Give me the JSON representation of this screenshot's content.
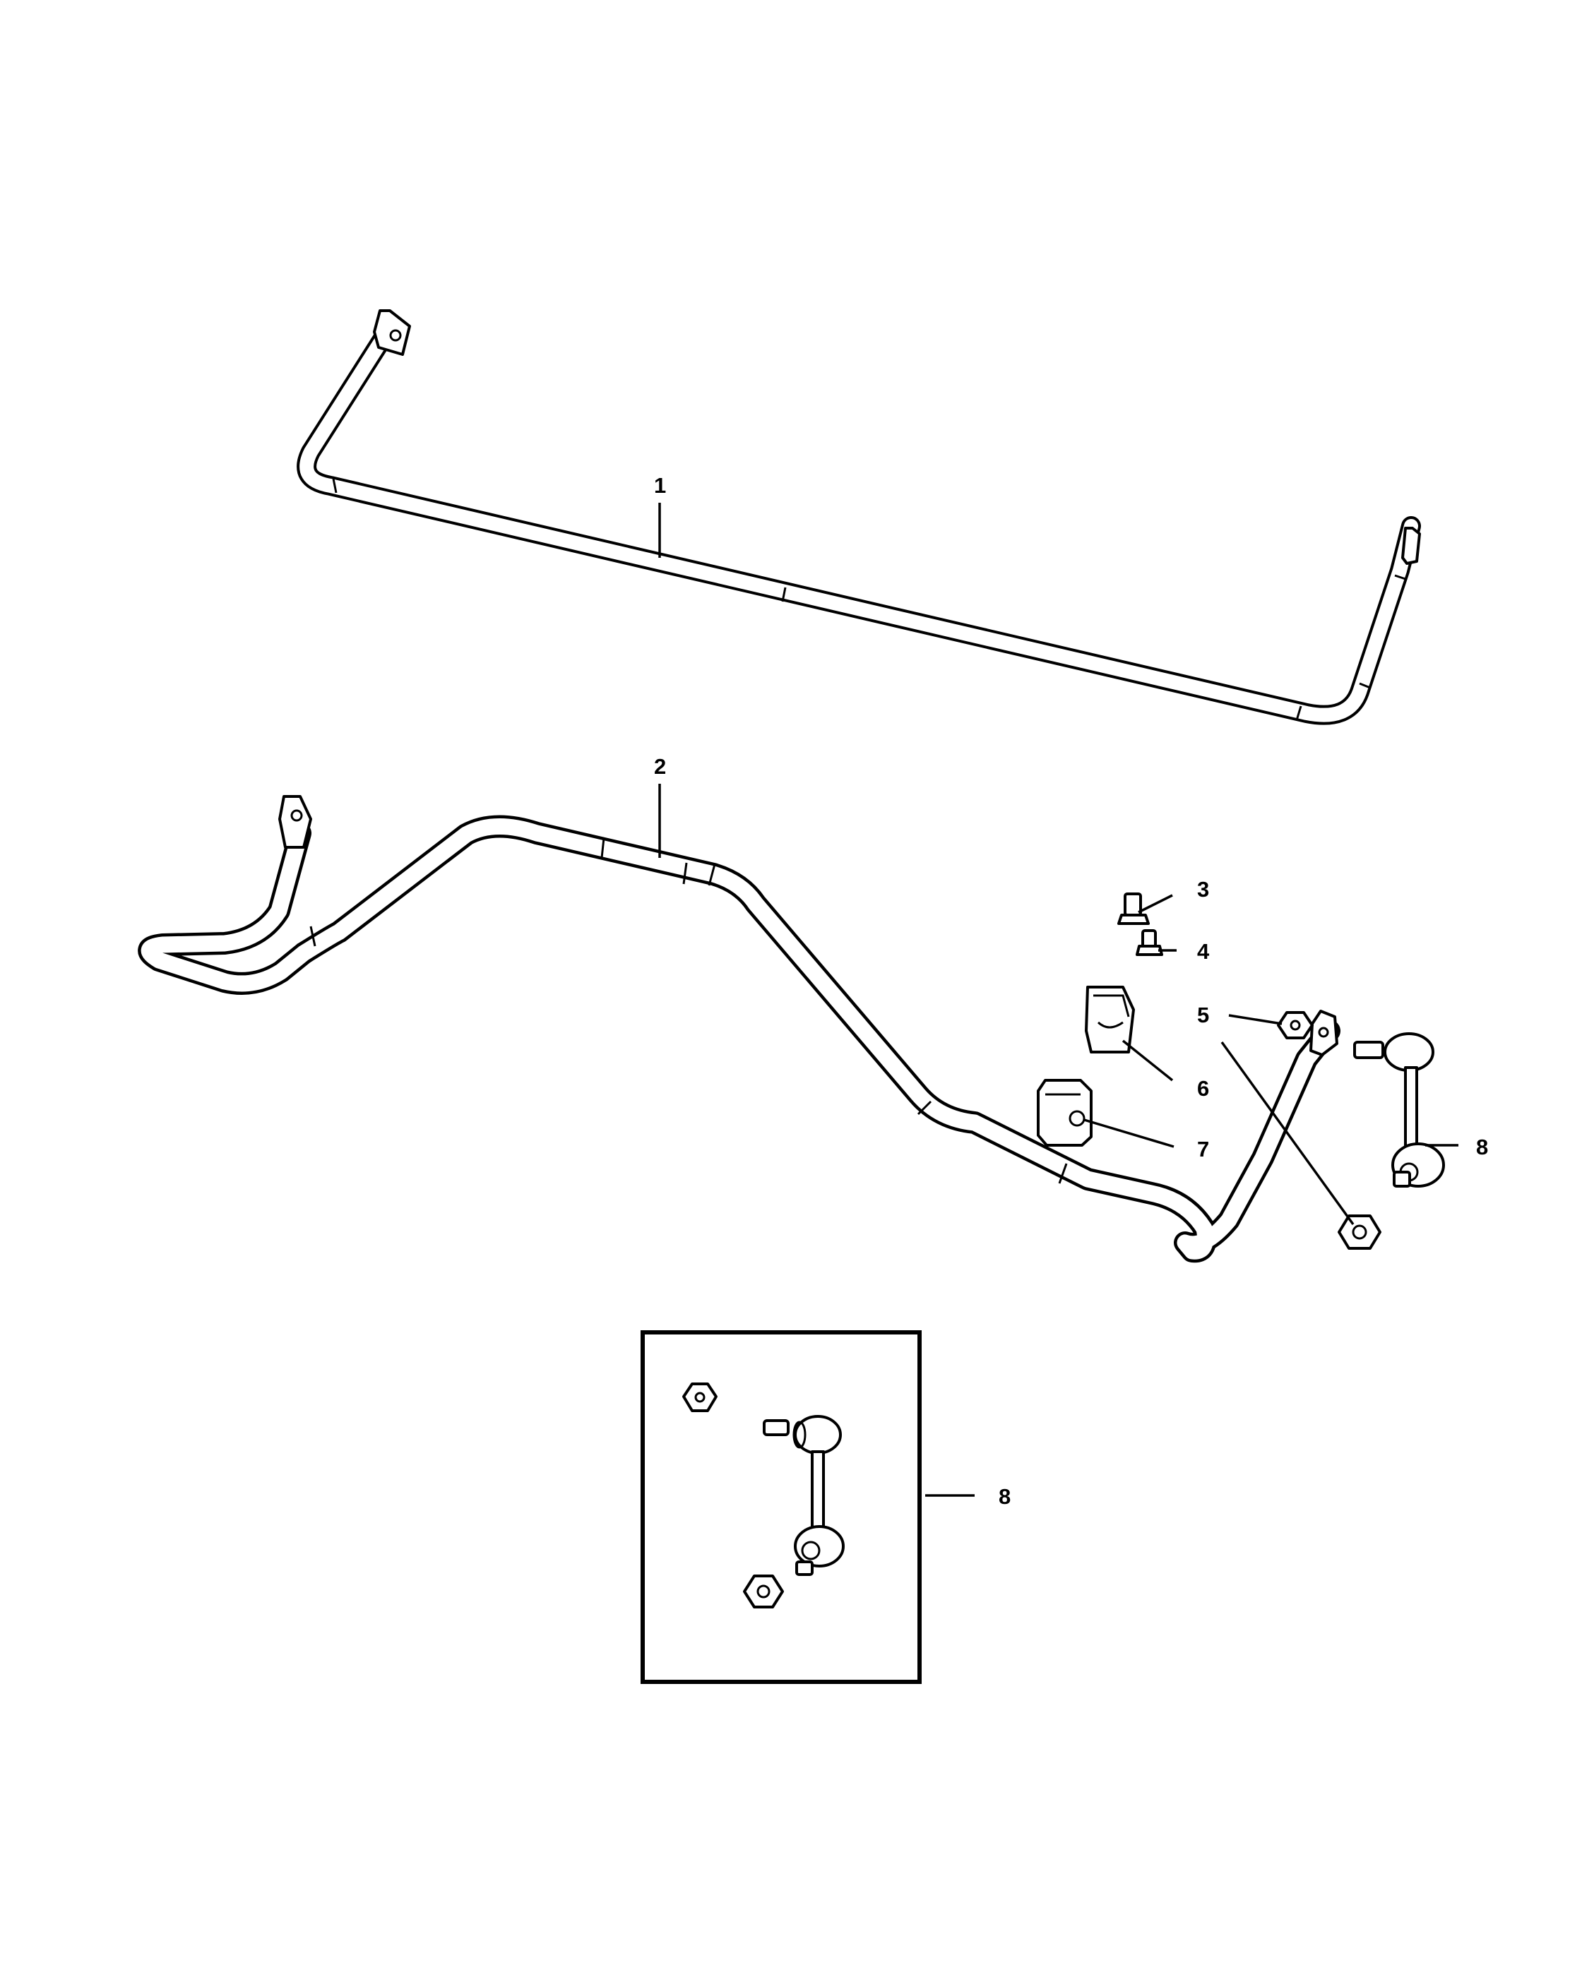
{
  "colors": {
    "line": "#000000",
    "background": "#ffffff"
  },
  "callouts": [
    {
      "id": "c1",
      "label": "1"
    },
    {
      "id": "c2",
      "label": "2"
    },
    {
      "id": "c3",
      "label": "3"
    },
    {
      "id": "c4",
      "label": "4"
    },
    {
      "id": "c5",
      "label": "5"
    },
    {
      "id": "c6",
      "label": "6"
    },
    {
      "id": "c7",
      "label": "7"
    },
    {
      "id": "c8",
      "label": "8"
    },
    {
      "id": "c8b",
      "label": "8"
    }
  ]
}
